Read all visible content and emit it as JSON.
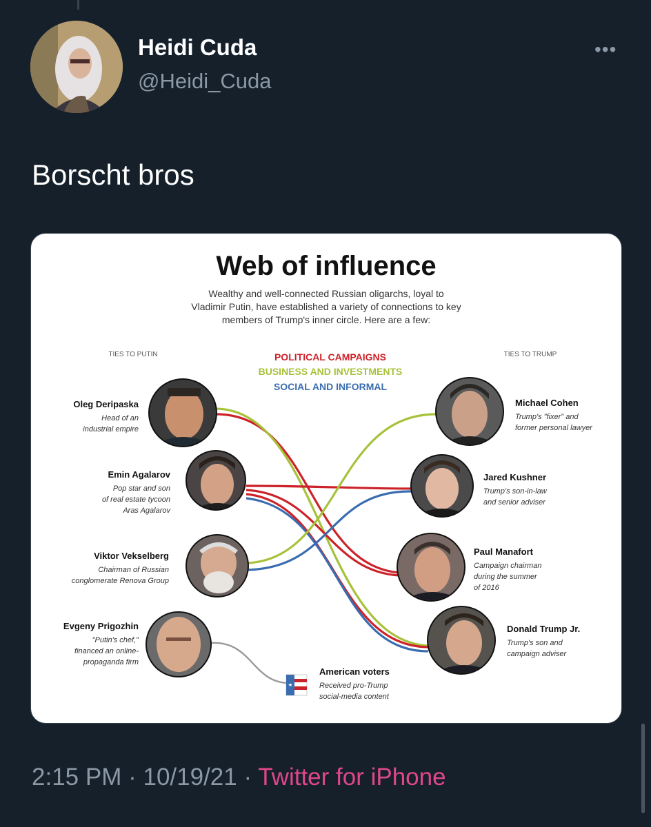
{
  "tweet": {
    "author_name": "Heidi Cuda",
    "author_handle": "@Heidi_Cuda",
    "more_icon": "more-horizontal-icon",
    "text": "Borscht bros",
    "time": "2:15 PM",
    "date": "10/19/21",
    "separator": "·",
    "source": "Twitter for iPhone",
    "source_color": "#e0478b"
  },
  "infographic": {
    "title": "Web of influence",
    "subtitle_lines": [
      "Wealthy and well-connected Russian oligarchs, loyal to",
      "Vladimir Putin, have established a variety of connections to key",
      "members of Trump's inner circle. Here are a few:"
    ],
    "left_header": "TIES TO PUTIN",
    "right_header": "TIES TO TRUMP",
    "legend": [
      {
        "label": "POLITICAL CAMPAIGNS",
        "color": "#cc2229"
      },
      {
        "label": "BUSINESS AND INVESTMENTS",
        "color": "#a6c23a"
      },
      {
        "label": "SOCIAL AND INFORMAL",
        "color": "#3a6db0"
      }
    ],
    "left_people": [
      {
        "name": "Oleg Deripaska",
        "desc": [
          "Head of an",
          "industrial empire"
        ]
      },
      {
        "name": "Emin Agalarov",
        "desc": [
          "Pop star and son",
          "of real estate tycoon",
          "Aras Agalarov"
        ]
      },
      {
        "name": "Viktor Vekselberg",
        "desc": [
          "Chairman of Russian",
          "conglomerate Renova Group"
        ]
      },
      {
        "name": "Evgeny Prigozhin",
        "desc": [
          "\"Putin's chef,\"",
          "financed an online-",
          "propaganda firm"
        ]
      }
    ],
    "right_people": [
      {
        "name": "Michael Cohen",
        "desc": [
          "Trump's \"fixer\" and",
          "former personal lawyer"
        ]
      },
      {
        "name": "Jared Kushner",
        "desc": [
          "Trump's son-in-law",
          "and senior adviser"
        ]
      },
      {
        "name": "Paul Manafort",
        "desc": [
          "Campaign chairman",
          "during the summer",
          "of 2016"
        ]
      },
      {
        "name": "Donald Trump Jr.",
        "desc": [
          "Trump's son and",
          "campaign adviser"
        ]
      }
    ],
    "voters": {
      "name": "American voters",
      "desc": [
        "Received pro-Trump",
        "social-media content"
      ]
    }
  }
}
